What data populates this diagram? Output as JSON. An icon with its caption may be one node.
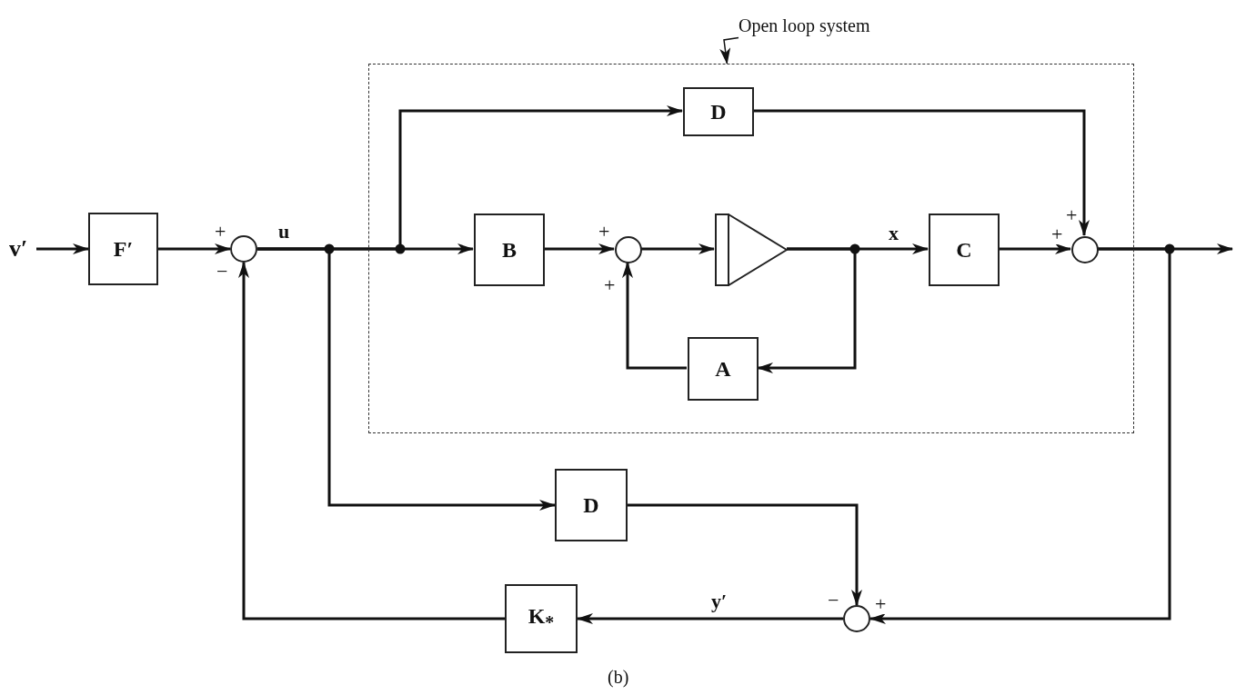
{
  "diagram": {
    "caption": "(b)",
    "nodes": [
      {
        "text": [
          "Open loop system"
        ]
      },
      {
        "text": [],
        "shape": "box"
      },
      {
        "text": [
          "D"
        ],
        "in": 1
      },
      {
        "text": [
          "v′"
        ]
      },
      {
        "text": [
          "F′"
        ]
      },
      {
        "text": [],
        "shape": "circle",
        "beside": [
          "+",
          "−"
        ]
      },
      {
        "text": [
          "B"
        ],
        "in": 1
      },
      {
        "text": [],
        "shape": "circle",
        "in": 1,
        "beside": [
          "+",
          "+"
        ]
      },
      {
        "text": [],
        "shape": "triangle",
        "in": 1
      },
      {
        "text": [
          "C"
        ],
        "in": 1
      },
      {
        "text": [],
        "shape": "circle",
        "in": 1,
        "beside": [
          "+",
          "+"
        ]
      },
      {
        "text": [
          "A"
        ],
        "in": 1
      },
      {
        "text": [
          "D"
        ]
      },
      {
        "text": [],
        "shape": "circle",
        "beside": [
          "−",
          "+"
        ]
      },
      {
        "text": [
          "K$_{*}$"
        ]
      }
    ],
    "edges": [
      {
        "from": 0,
        "to": 1,
        "arrow": "to"
      },
      {
        "from": 3,
        "to": 4,
        "arrow": "to"
      },
      {
        "from": 4,
        "to": 5,
        "arrow": "to"
      },
      {
        "from": 5,
        "to": 6,
        "arrow": "to",
        "label": "u"
      },
      {
        "from": 5,
        "to": 2,
        "arrow": "to"
      },
      {
        "from": 5,
        "to": 12,
        "arrow": "to"
      },
      {
        "from": 6,
        "to": 7,
        "arrow": "to"
      },
      {
        "from": 7,
        "to": 8,
        "arrow": "to"
      },
      {
        "from": 8,
        "to": 9,
        "arrow": "to",
        "label": "x"
      },
      {
        "from": 8,
        "to": 11,
        "arrow": "to"
      },
      {
        "from": 11,
        "to": 7,
        "arrow": "to"
      },
      {
        "from": 2,
        "to": 10,
        "arrow": "to"
      },
      {
        "from": 9,
        "to": 10,
        "arrow": "to"
      },
      {
        "from": 10,
        "to": null,
        "arrow": "to"
      },
      {
        "from": 10,
        "to": 13,
        "arrow": "to"
      },
      {
        "from": 12,
        "to": 13,
        "arrow": "to"
      },
      {
        "from": 13,
        "to": 14,
        "arrow": "to",
        "label": "y′"
      },
      {
        "from": 14,
        "to": 5,
        "arrow": "to"
      }
    ]
  }
}
